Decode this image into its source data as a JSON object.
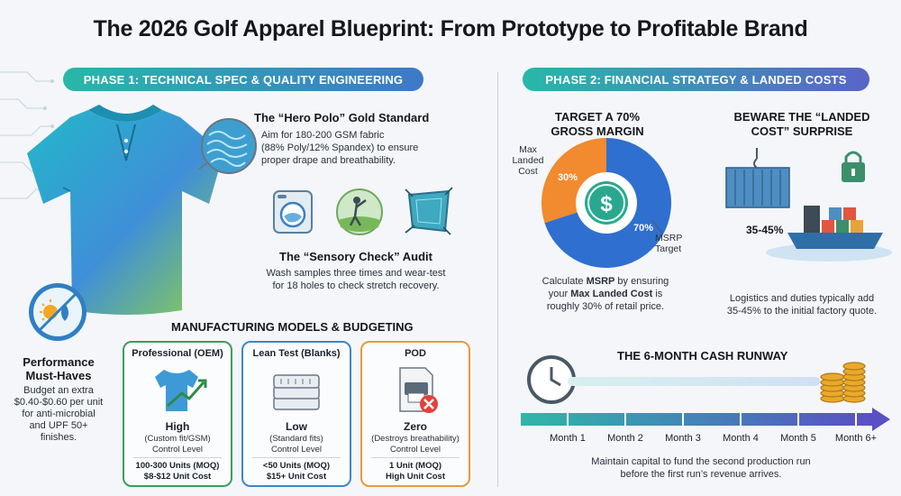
{
  "title": "The 2026 Golf Apparel Blueprint: From Prototype to Profitable Brand",
  "phase1": {
    "label": "PHASE 1: TECHNICAL SPEC & QUALITY ENGINEERING",
    "hero": {
      "title": "The “Hero Polo” Gold Standard",
      "text": [
        "Aim for 180-200 GSM fabric",
        "(88% Poly/12% Spandex) to ensure",
        "proper drape and breathability."
      ]
    },
    "sensory": {
      "title": "The “Sensory Check” Audit",
      "text": [
        "Wash samples three times and wear-test",
        "for 18 holes to check stretch recovery."
      ]
    },
    "performance": {
      "title": [
        "Performance",
        "Must-Haves"
      ],
      "text": [
        "Budget an extra",
        "$0.40-$0.60 per unit",
        "for anti-microbial",
        "and UPF 50+",
        "finishes."
      ]
    },
    "models": {
      "title": "MANUFACTURING MODELS & BUDGETING",
      "cards": [
        {
          "name": "Professional (OEM)",
          "level": "High",
          "detail": "(Custom fit/GSM)",
          "control": "Control Level",
          "moq": "100-300 Units (MOQ)",
          "cost": "$8-$12 Unit Cost",
          "color": "#3a9e5a"
        },
        {
          "name": "Lean Test (Blanks)",
          "level": "Low",
          "detail": "(Standard fits)",
          "control": "Control Level",
          "moq": "<50 Units (MOQ)",
          "cost": "$15+ Unit Cost",
          "color": "#3f86c9"
        },
        {
          "name": "POD",
          "level": "Zero",
          "detail": "(Destroys breathability)",
          "control": "Control Level",
          "moq": "1 Unit (MOQ)",
          "cost": "High Unit Cost",
          "color": "#e89a3c"
        }
      ]
    }
  },
  "phase2": {
    "label": "PHASE 2: FINANCIAL STRATEGY & LANDED COSTS",
    "margin": {
      "title": [
        "TARGET A 70%",
        "GROSS MARGIN"
      ],
      "slice_small_label": [
        "Max",
        "Landed",
        "Cost"
      ],
      "slice_big_label": [
        "MSRP",
        "Target"
      ],
      "slice_small_pct": "30%",
      "slice_big_pct": "70%",
      "text_parts": [
        [
          "Calculate ",
          "MSRP",
          " by ensuring"
        ],
        [
          "your ",
          "Max Landed Cost",
          " is"
        ],
        [
          "roughly 30% of retail price.",
          "",
          ""
        ]
      ]
    },
    "landed": {
      "title": [
        "BEWARE THE “LANDED",
        "COST” SURPRISE"
      ],
      "range": "35-45%",
      "text": [
        "Logistics and duties typically add",
        "35-45% to the initial factory quote."
      ]
    },
    "runway": {
      "title": "THE 6-MONTH CASH RUNWAY",
      "months": [
        "Month 1",
        "Month 2",
        "Month 3",
        "Month 4",
        "Month 5",
        "Month 6+"
      ],
      "text": [
        "Maintain capital to fund the second production run",
        "before the first run’s revenue arrives."
      ]
    }
  },
  "chart_data": {
    "type": "pie",
    "categories": [
      "Max Landed Cost",
      "MSRP Target"
    ],
    "values": [
      30,
      70
    ],
    "colors": [
      "#f28a2f",
      "#2f6fd0"
    ]
  }
}
